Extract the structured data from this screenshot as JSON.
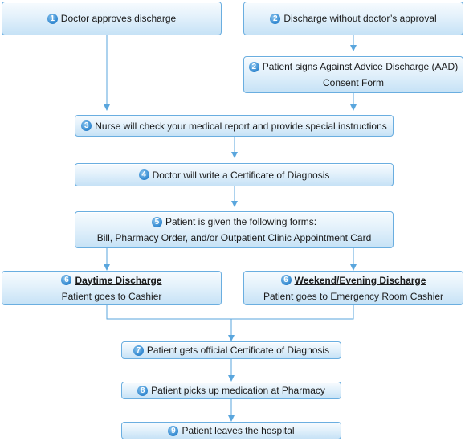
{
  "steps": {
    "s1": {
      "num": "1",
      "text": "Doctor approves discharge"
    },
    "s2a": {
      "num": "2",
      "text": "Discharge without doctor’s approval"
    },
    "s2b": {
      "num": "2",
      "line1": "Patient signs Against Advice Discharge (AAD)",
      "line2": "Consent Form"
    },
    "s3": {
      "num": "3",
      "text": "Nurse will check your medical report and provide special instructions"
    },
    "s4": {
      "num": "4",
      "text": "Doctor will write a Certificate of Diagnosis"
    },
    "s5": {
      "num": "5",
      "line1": "Patient is given the following forms:",
      "line2": "Bill, Pharmacy Order, and/or Outpatient Clinic Appointment Card"
    },
    "s6a": {
      "num": "6",
      "title": "Daytime Discharge",
      "line2": "Patient goes to Cashier"
    },
    "s6b": {
      "num": "6",
      "title": "Weekend/Evening Discharge",
      "line2": "Patient goes to Emergency Room Cashier"
    },
    "s7": {
      "num": "7",
      "text": "Patient gets official Certificate of Diagnosis"
    },
    "s8": {
      "num": "8",
      "text": "Patient picks up medication at Pharmacy"
    },
    "s9": {
      "num": "9",
      "text": "Patient leaves the hospital"
    }
  },
  "colors": {
    "box_border": "#6aaee0",
    "box_fill_top": "#f7fbfe",
    "box_fill_bottom": "#c6e2f6",
    "connector": "#5aa6dd",
    "number_badge": "#2f86cf"
  }
}
